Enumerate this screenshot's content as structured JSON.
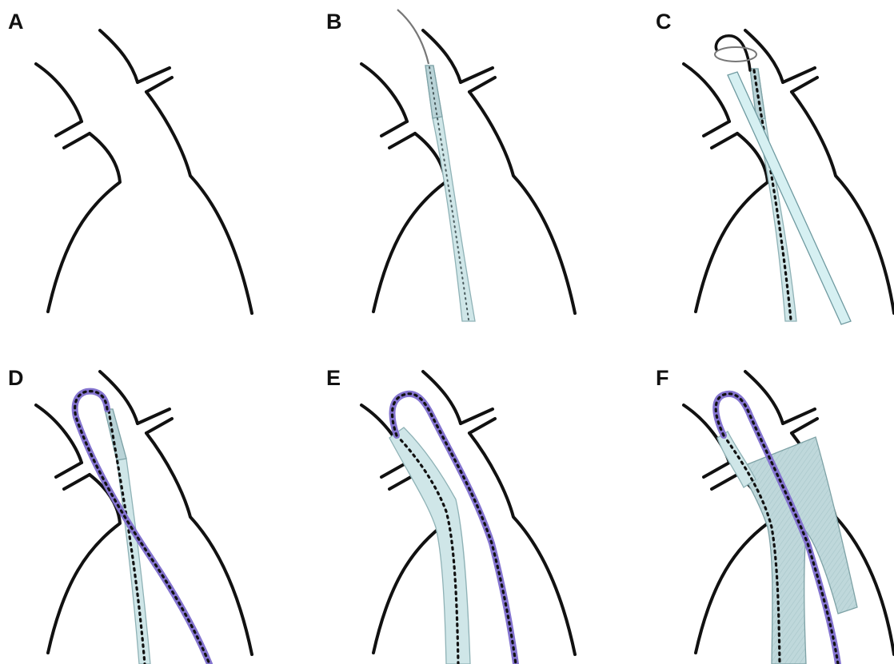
{
  "panels": [
    {
      "id": "A",
      "label": "A"
    },
    {
      "id": "B",
      "label": "B"
    },
    {
      "id": "C",
      "label": "C"
    },
    {
      "id": "D",
      "label": "D"
    },
    {
      "id": "E",
      "label": "E"
    },
    {
      "id": "F",
      "label": "F"
    }
  ],
  "colors": {
    "vessel_outline": "#111111",
    "stent_graft": "#cfe6e8",
    "wire_loop": "#8474cf",
    "guidewire": "#777777",
    "background": "#ffffff"
  }
}
